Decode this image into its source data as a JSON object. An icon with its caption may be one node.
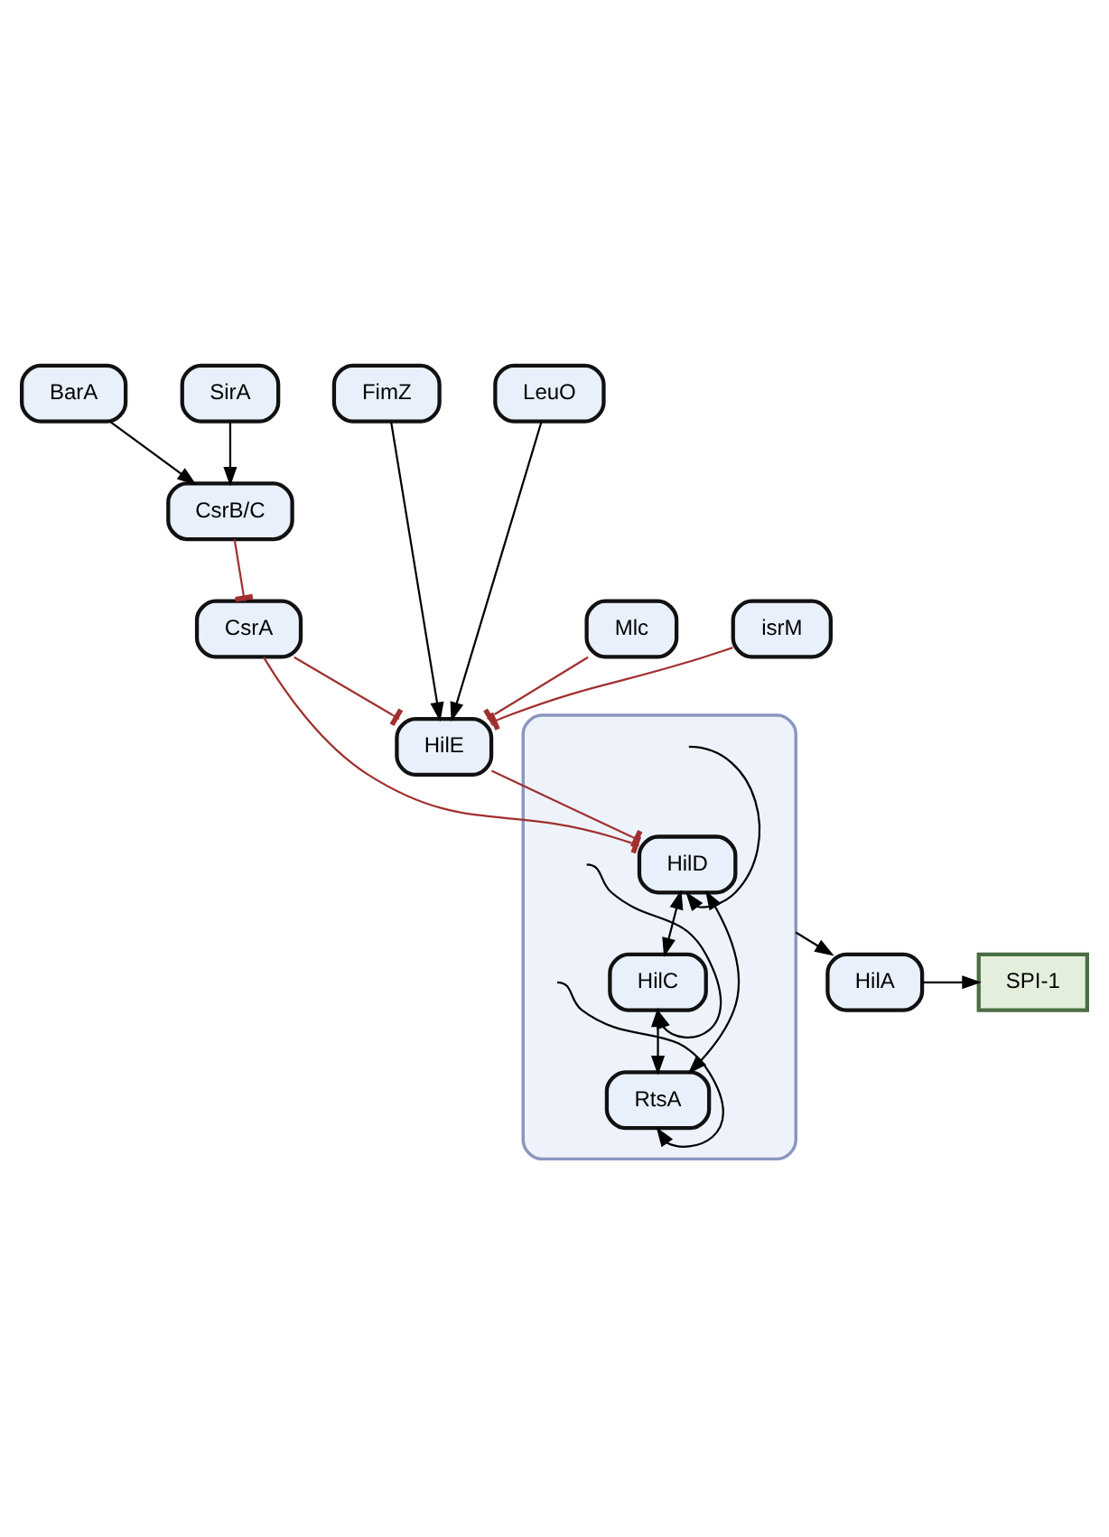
{
  "diagram": {
    "nodes": [
      {
        "text": [
          "BarA"
        ]
      },
      {
        "text": [
          "SirA"
        ]
      },
      {
        "text": [
          "FimZ"
        ]
      },
      {
        "text": [
          "LeuO"
        ]
      },
      {
        "text": [
          "CsrB/C"
        ]
      },
      {
        "text": [
          "HilE"
        ]
      },
      {
        "text": [
          "Mlc"
        ]
      },
      {
        "text": [
          "CsrA"
        ]
      },
      {
        "text": [
          "isrM"
        ]
      },
      {
        "text": [],
        "shape": "box"
      },
      {
        "text": [
          "HilD"
        ],
        "in": 9
      },
      {
        "text": [
          "HilC"
        ],
        "in": 9
      },
      {
        "text": [
          "RtsA"
        ],
        "in": 9
      },
      {
        "text": [
          "HilA"
        ]
      },
      {
        "text": [
          "SPI-1"
        ]
      }
    ],
    "edges": [
      {
        "from": 0,
        "to": 4,
        "arrow": "to"
      },
      {
        "from": 1,
        "to": 4,
        "arrow": "to"
      },
      {
        "from": 2,
        "to": 5,
        "arrow": "to"
      },
      {
        "from": 3,
        "to": 5,
        "arrow": "to"
      },
      {
        "from": 4,
        "to": 7,
        "arrow": "other",
        "color": "#a0302e"
      },
      {
        "from": 6,
        "to": 5,
        "arrow": "other",
        "color": "#a0302e"
      },
      {
        "from": 7,
        "to": 5,
        "arrow": "other",
        "color": "#a0302e"
      },
      {
        "from": 8,
        "to": 5,
        "arrow": "other",
        "color": "#a0302e"
      },
      {
        "from": 5,
        "to": 10,
        "arrow": "other",
        "color": "#a0302e"
      },
      {
        "from": 7,
        "to": 10,
        "arrow": "other",
        "color": "#a0302e"
      },
      {
        "from": 10,
        "to": 11,
        "arrow": "both"
      },
      {
        "from": 10,
        "to": 12,
        "arrow": "both"
      },
      {
        "from": 11,
        "to": 12,
        "arrow": "both"
      },
      {
        "from": null,
        "to": 10,
        "arrow": "to"
      },
      {
        "from": null,
        "to": 11,
        "arrow": "to"
      },
      {
        "from": null,
        "to": 12,
        "arrow": "to"
      },
      {
        "from": 9,
        "to": 13,
        "arrow": "to"
      },
      {
        "from": 13,
        "to": 14,
        "arrow": "to"
      }
    ]
  }
}
